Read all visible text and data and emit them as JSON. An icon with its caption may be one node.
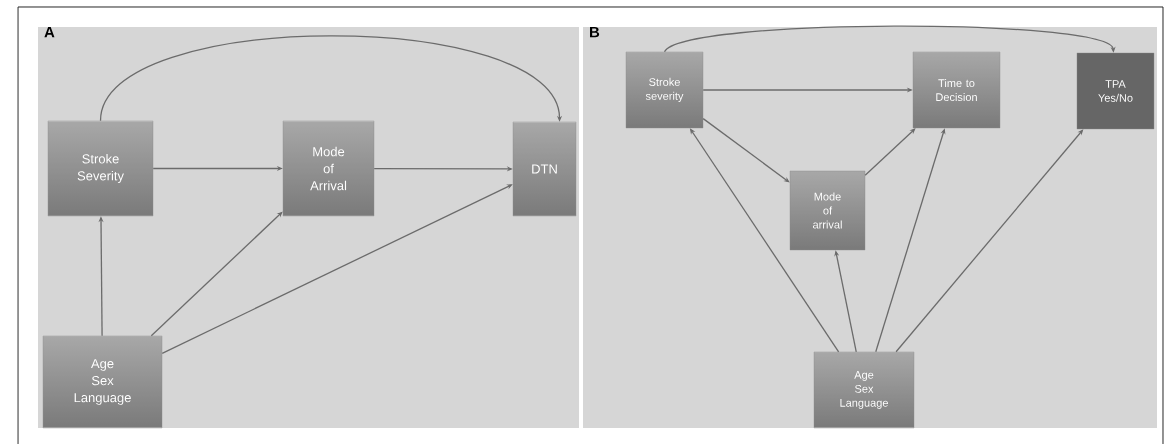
{
  "diagram": {
    "nodes": [
      {
        "text": [
          "A"
        ]
      },
      {
        "text": [
          "Stroke Severity"
        ],
        "in": 0
      },
      {
        "text": [
          "Mode of Arrival"
        ],
        "in": 0
      },
      {
        "text": [
          "DTN"
        ],
        "in": 0
      },
      {
        "text": [
          "Age Sex Language"
        ],
        "in": 0
      },
      {
        "text": [
          "B"
        ]
      },
      {
        "text": [
          "Stroke severity"
        ],
        "in": 5
      },
      {
        "text": [
          "Time to Decision"
        ],
        "in": 5
      },
      {
        "text": [
          "TPA Yes/No"
        ],
        "in": 5
      },
      {
        "text": [
          "Mode of arrival"
        ],
        "in": 5
      },
      {
        "text": [
          "Age Sex Language"
        ],
        "in": 5
      }
    ],
    "edges": [
      {
        "from": 1,
        "to": 3,
        "arrow": "to"
      },
      {
        "from": 1,
        "to": 2,
        "arrow": "to"
      },
      {
        "from": 2,
        "to": 3,
        "arrow": "to"
      },
      {
        "from": 4,
        "to": 1,
        "arrow": "to"
      },
      {
        "from": 4,
        "to": 2,
        "arrow": "to"
      },
      {
        "from": 4,
        "to": 3,
        "arrow": "to"
      },
      {
        "from": 6,
        "to": 8,
        "arrow": "to"
      },
      {
        "from": 6,
        "to": 7,
        "arrow": "to"
      },
      {
        "from": 6,
        "to": 9,
        "arrow": "to"
      },
      {
        "from": 9,
        "to": 7,
        "arrow": "to"
      },
      {
        "from": 10,
        "to": 6,
        "arrow": "to"
      },
      {
        "from": 10,
        "to": 9,
        "arrow": "to"
      },
      {
        "from": 10,
        "to": 7,
        "arrow": "to"
      },
      {
        "from": 10,
        "to": 8,
        "arrow": "to"
      }
    ]
  }
}
